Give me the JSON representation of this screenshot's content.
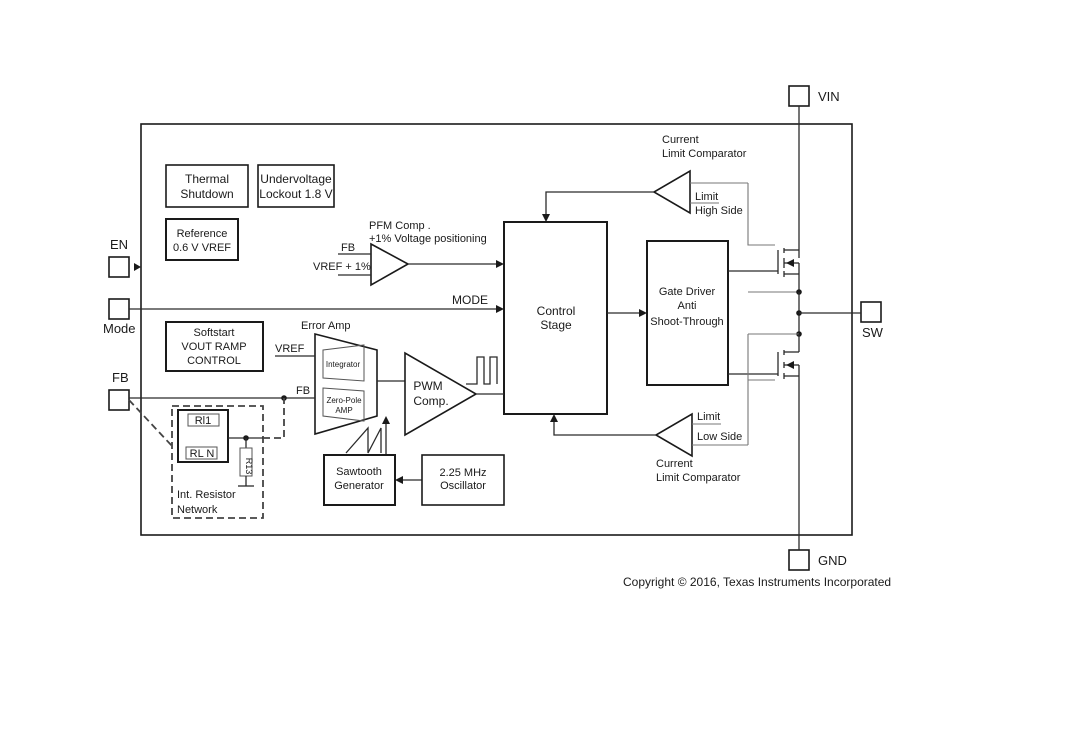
{
  "pins": {
    "vin": "VIN",
    "gnd": "GND",
    "sw": "SW",
    "en": "EN",
    "mode": "Mode",
    "fb": "FB"
  },
  "blocks": {
    "thermal": [
      "Thermal",
      "Shutdown"
    ],
    "uvlo": [
      "Undervoltage",
      "Lockout 1.8 V"
    ],
    "reference": [
      "Reference",
      "0.6 V VREF"
    ],
    "softstart": [
      "Softstart",
      "VOUT RAMP",
      "CONTROL"
    ],
    "control": [
      "Control",
      "Stage"
    ],
    "gate_driver": [
      "Gate Driver",
      "Anti",
      "Shoot-Through"
    ],
    "pwm": [
      "PWM",
      "Comp."
    ],
    "sawtooth": [
      "Sawtooth",
      "Generator"
    ],
    "oscillator": [
      "2.25 MHz",
      "Oscillator"
    ],
    "integrator": "Integrator",
    "zero_pole": [
      "Zero-Pole",
      "AMP"
    ],
    "resistor_network": [
      "Int. Resistor",
      "Network"
    ],
    "r1": "Rl1",
    "rln": "RL N",
    "r2": "R13"
  },
  "labels": {
    "pfm_comp": "PFM Comp .",
    "pfm_positioning": "+1% Voltage positioning",
    "pfm_fb": "FB",
    "pfm_vref": "VREF + 1%",
    "mode_signal": "MODE",
    "error_amp": "Error Amp",
    "vref": "VREF",
    "fb_signal": "FB",
    "cl_high_title": [
      "Current",
      "Limit Comparator"
    ],
    "cl_high_limit": "Limit",
    "cl_high_side": "High Side",
    "cl_low_title": [
      "Current",
      "Limit Comparator"
    ],
    "cl_low_limit": "Limit",
    "cl_low_side": "Low Side"
  },
  "copyright": "Copyright © 2016, Texas Instruments Incorporated"
}
